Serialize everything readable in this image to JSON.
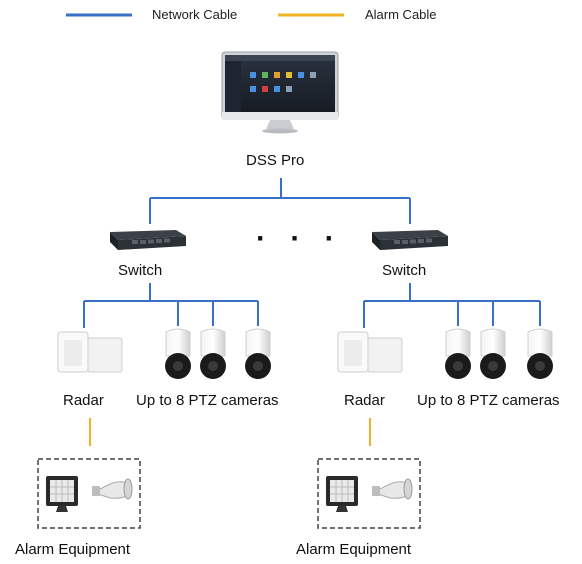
{
  "legend": [
    {
      "label": "Network Cable",
      "color": "#3a6fc9"
    },
    {
      "label": "Alarm Cable",
      "color": "#f0b323"
    }
  ],
  "server": {
    "label": "DSS Pro",
    "icon": "monitor-icon"
  },
  "ellipsis": "· · ·",
  "branches": [
    {
      "switch_label": "Switch",
      "radar_label": "Radar",
      "cameras_label": "Up to 8 PTZ cameras",
      "alarm_label": "Alarm Equipment"
    },
    {
      "switch_label": "Switch",
      "radar_label": "Radar",
      "cameras_label": "Up to 8 PTZ cameras",
      "alarm_label": "Alarm Equipment"
    }
  ],
  "colors": {
    "network": "#3a6fc9",
    "alarm": "#f0b323"
  }
}
